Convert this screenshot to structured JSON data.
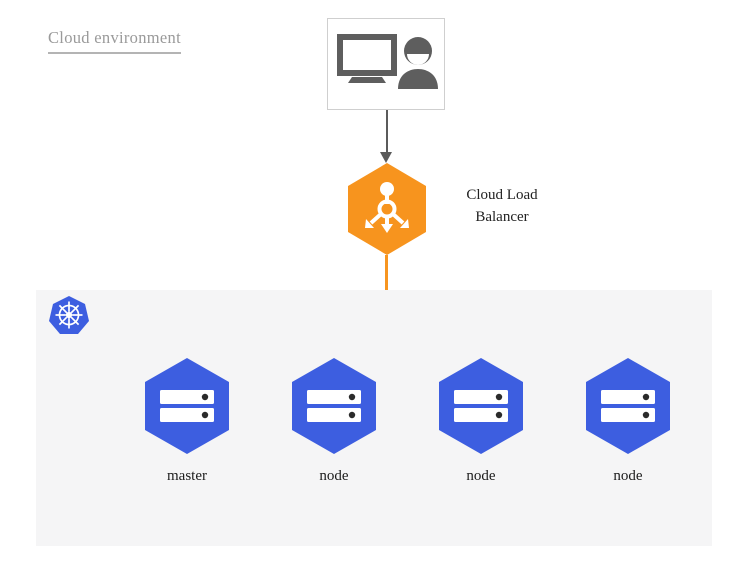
{
  "diagram": {
    "title": "Cloud environment",
    "title_color": "#9a9a9a"
  },
  "client": {
    "name": "client-workstation",
    "monitor_icon": "monitor-icon",
    "user_icon": "user-icon",
    "icon_color": "#5e5e5e",
    "border_color": "#cfcfcf"
  },
  "connectors": {
    "client_to_lb": {
      "name": "client-to-load-balancer-arrow",
      "color": "#5b5b5b"
    },
    "lb_to_nodes": {
      "name": "load-balancer-to-nodes-arrows",
      "color": "#f79520",
      "fanout_count": 3
    }
  },
  "load_balancer": {
    "label_line1": "Cloud Load",
    "label_line2": "Balancer",
    "icon": "load-balancer-icon",
    "color": "#f7941e"
  },
  "cluster": {
    "name": "kubernetes-cluster",
    "logo_icon": "kubernetes-icon",
    "logo_color": "#3d5ee0",
    "panel_color": "#f5f5f6",
    "nodes": [
      {
        "label": "master",
        "icon": "server-icon",
        "color": "#3d5ee0",
        "role": "master"
      },
      {
        "label": "node",
        "icon": "server-icon",
        "color": "#3d5ee0",
        "role": "worker"
      },
      {
        "label": "node",
        "icon": "server-icon",
        "color": "#3d5ee0",
        "role": "worker"
      },
      {
        "label": "node",
        "icon": "server-icon",
        "color": "#3d5ee0",
        "role": "worker"
      }
    ]
  }
}
